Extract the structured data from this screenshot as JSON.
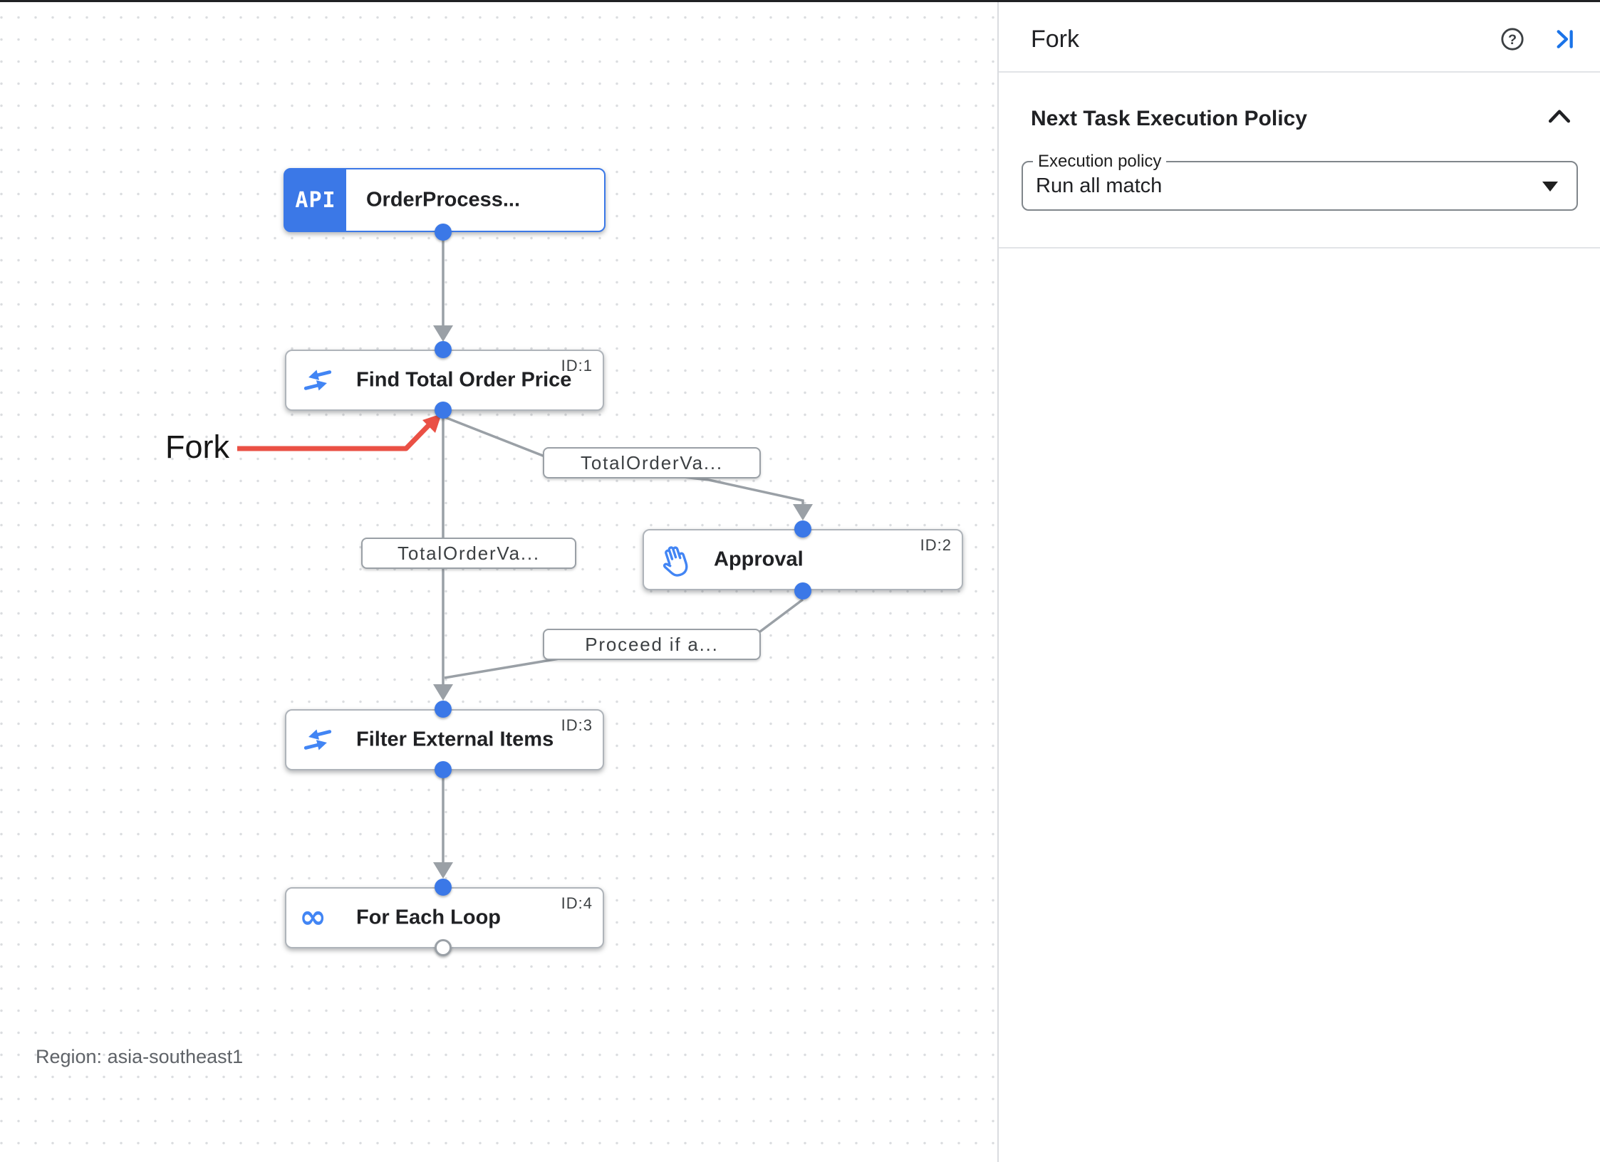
{
  "canvas": {
    "region_label": "Region: asia-southeast1",
    "annotation": {
      "label": "Fork"
    },
    "trigger": {
      "badge": "API",
      "title": "OrderProcess..."
    },
    "nodes": [
      {
        "id": "ID:1",
        "title": "Find Total Order Price"
      },
      {
        "id": "ID:2",
        "title": "Approval"
      },
      {
        "id": "ID:3",
        "title": "Filter External Items"
      },
      {
        "id": "ID:4",
        "title": "For Each Loop"
      }
    ],
    "edge_labels": [
      "TotalOrderVa...",
      "TotalOrderVa...",
      "Proceed if a..."
    ],
    "loop_icon_glyph": "∞"
  },
  "panel": {
    "title": "Fork",
    "help_glyph": "?",
    "section_heading": "Next Task Execution Policy",
    "execution_policy_label": "Execution policy",
    "execution_policy_value": "Run all match"
  },
  "colors": {
    "node_accent_blue": "#3B78E7",
    "icon_blue": "#4285F4",
    "edge_gray": "#9AA0A6",
    "annotation_red": "#EA5045",
    "link_blue": "#1A73E8",
    "text_dark": "#202124",
    "text_gray": "#5F6368"
  }
}
